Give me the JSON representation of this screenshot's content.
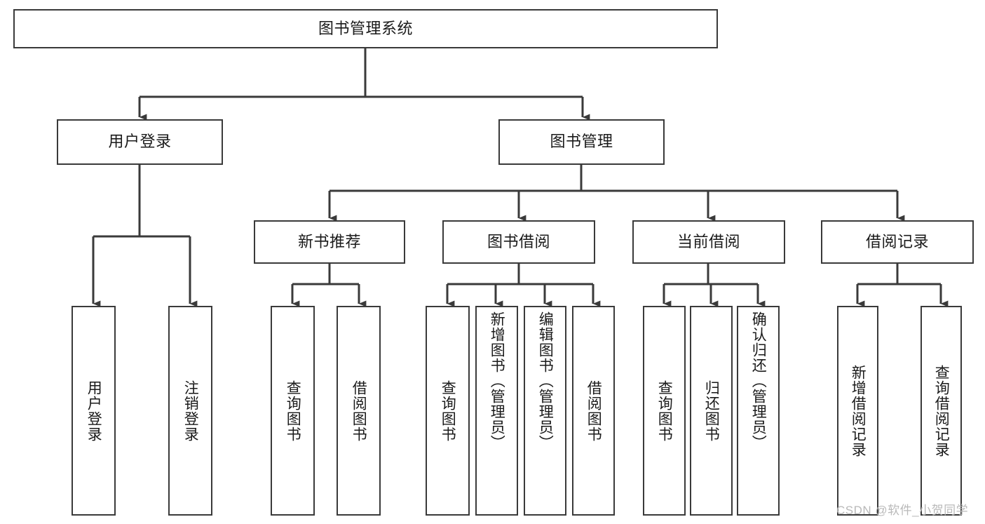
{
  "diagram": {
    "type": "tree-hierarchy",
    "title": "图书管理系统",
    "watermark": "CSDN @软件_小贺同学",
    "colors": {
      "background": "#ffffff",
      "box_border": "#3a3a3a",
      "box_fill": "#ffffff",
      "connector": "#3a3a3a",
      "text": "#1a1a1a",
      "watermark": "#b9b9b9"
    },
    "levels": {
      "root": {
        "label": "图书管理系统"
      },
      "level2": [
        {
          "id": "user-login",
          "label": "用户登录"
        },
        {
          "id": "book-management",
          "label": "图书管理"
        }
      ],
      "level3": [
        {
          "id": "new-book-recommend",
          "label": "新书推荐",
          "parent": "book-management"
        },
        {
          "id": "book-borrow",
          "label": "图书借阅",
          "parent": "book-management"
        },
        {
          "id": "current-borrow",
          "label": "当前借阅",
          "parent": "book-management"
        },
        {
          "id": "borrow-record",
          "label": "借阅记录",
          "parent": "book-management"
        }
      ],
      "leaves": [
        {
          "id": "leaf-user-login",
          "label": "用户登录",
          "parent": "user-login"
        },
        {
          "id": "leaf-logout-login",
          "label": "注销登录",
          "parent": "user-login"
        },
        {
          "id": "leaf-query-book-1",
          "label": "查询图书",
          "parent": "new-book-recommend"
        },
        {
          "id": "leaf-borrow-book-1",
          "label": "借阅图书",
          "parent": "new-book-recommend"
        },
        {
          "id": "leaf-query-book-2",
          "label": "查询图书",
          "parent": "book-borrow"
        },
        {
          "id": "leaf-add-book",
          "label": "新增图书（管理员）",
          "parent": "book-borrow"
        },
        {
          "id": "leaf-edit-book",
          "label": "编辑图书（管理员）",
          "parent": "book-borrow"
        },
        {
          "id": "leaf-borrow-book-2",
          "label": "借阅图书",
          "parent": "book-borrow"
        },
        {
          "id": "leaf-query-book-3",
          "label": "查询图书",
          "parent": "current-borrow"
        },
        {
          "id": "leaf-return-book",
          "label": "归还图书",
          "parent": "current-borrow"
        },
        {
          "id": "leaf-confirm-return",
          "label": "确认归还（管理员）",
          "parent": "current-borrow"
        },
        {
          "id": "leaf-add-record",
          "label": "新增借阅记录",
          "parent": "borrow-record"
        },
        {
          "id": "leaf-query-record",
          "label": "查询借阅记录",
          "parent": "borrow-record"
        }
      ]
    }
  }
}
